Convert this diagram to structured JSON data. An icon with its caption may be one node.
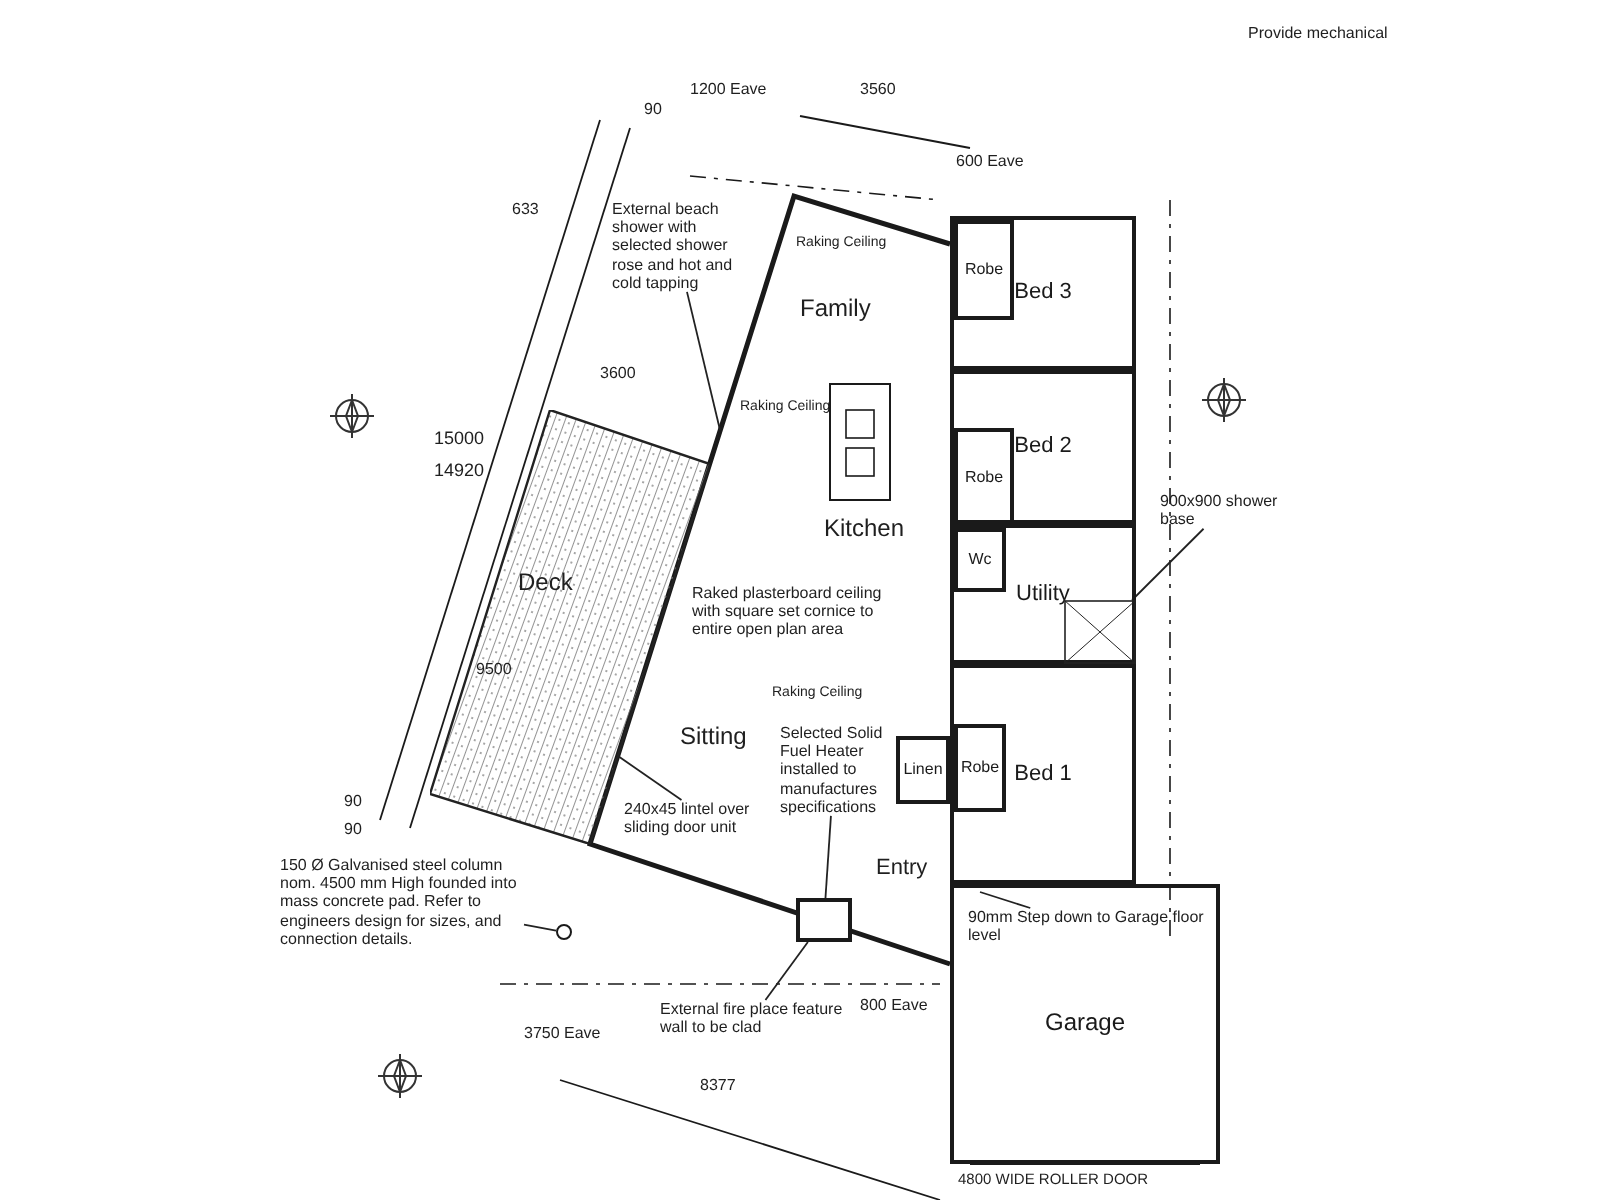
{
  "diagram": {
    "nodes": [
      {
        "text": [
          "Family"
        ]
      },
      {
        "text": [
          "Kitchen"
        ]
      },
      {
        "text": [
          "Sitting"
        ]
      },
      {
        "text": [
          "Entry"
        ]
      },
      {
        "text": [
          "Bed 3"
        ]
      },
      {
        "text": [
          "Robe"
        ],
        "in": 4
      },
      {
        "text": [
          "Bed 2"
        ]
      },
      {
        "text": [
          "Robe"
        ],
        "in": 6
      },
      {
        "text": [
          "Utility"
        ]
      },
      {
        "text": [
          "Wc"
        ],
        "in": 8
      },
      {
        "text": [
          "Linen"
        ]
      },
      {
        "text": [
          "Bed 1"
        ]
      },
      {
        "text": [
          "Robe"
        ],
        "in": 11
      },
      {
        "text": [
          "Garage"
        ],
        "beside": [
          "4800 WIDE ROLLER DOOR"
        ]
      },
      {
        "text": [
          "Deck"
        ]
      },
      {
        "text": [
          "External beach shower with selected shower rose and hot and cold tapping"
        ]
      },
      {
        "text": [
          "240x45 lintel over sliding door unit"
        ]
      },
      {
        "text": [
          "Selected Solid Fuel Heater installed to manufactures specifications"
        ]
      },
      {
        "text": [
          "External fire place feature wall to be clad"
        ]
      },
      {
        "text": [],
        "shape": "box"
      },
      {
        "text": [
          "150 Ø Galvanised steel column nom. 4500 mm High founded into mass concrete pad. Refer to engineers design for sizes, and connection details."
        ]
      },
      {
        "text": [],
        "shape": "circle"
      },
      {
        "text": [
          "90mm Step down to Garage floor level"
        ],
        "in": 13
      },
      {
        "text": [
          "900x900 shower base"
        ]
      },
      {
        "text": [],
        "shape": "box",
        "in": 8
      }
    ],
    "edges": [
      {
        "from": 15,
        "to": null,
        "arrow": "none"
      },
      {
        "from": 16,
        "to": 14,
        "arrow": "none"
      },
      {
        "from": 17,
        "to": 19,
        "arrow": "none"
      },
      {
        "from": 18,
        "to": 19,
        "arrow": "none"
      },
      {
        "from": 20,
        "to": 21,
        "arrow": "none"
      },
      {
        "from": 22,
        "to": null,
        "arrow": "none"
      },
      {
        "from": 23,
        "to": 24,
        "arrow": "none"
      }
    ],
    "labels": [
      "Raking Ceiling",
      "Raking Ceiling",
      "Raking Ceiling",
      "Raked plasterboard ceiling with square set cornice to entire open plan area",
      "15000",
      "14920",
      "633",
      "3600",
      "9500",
      "3560",
      "8377",
      "90",
      "90",
      "90",
      "1200 Eave",
      "600 Eave",
      "3750 Eave",
      "800 Eave",
      "Provide mechanical"
    ]
  }
}
